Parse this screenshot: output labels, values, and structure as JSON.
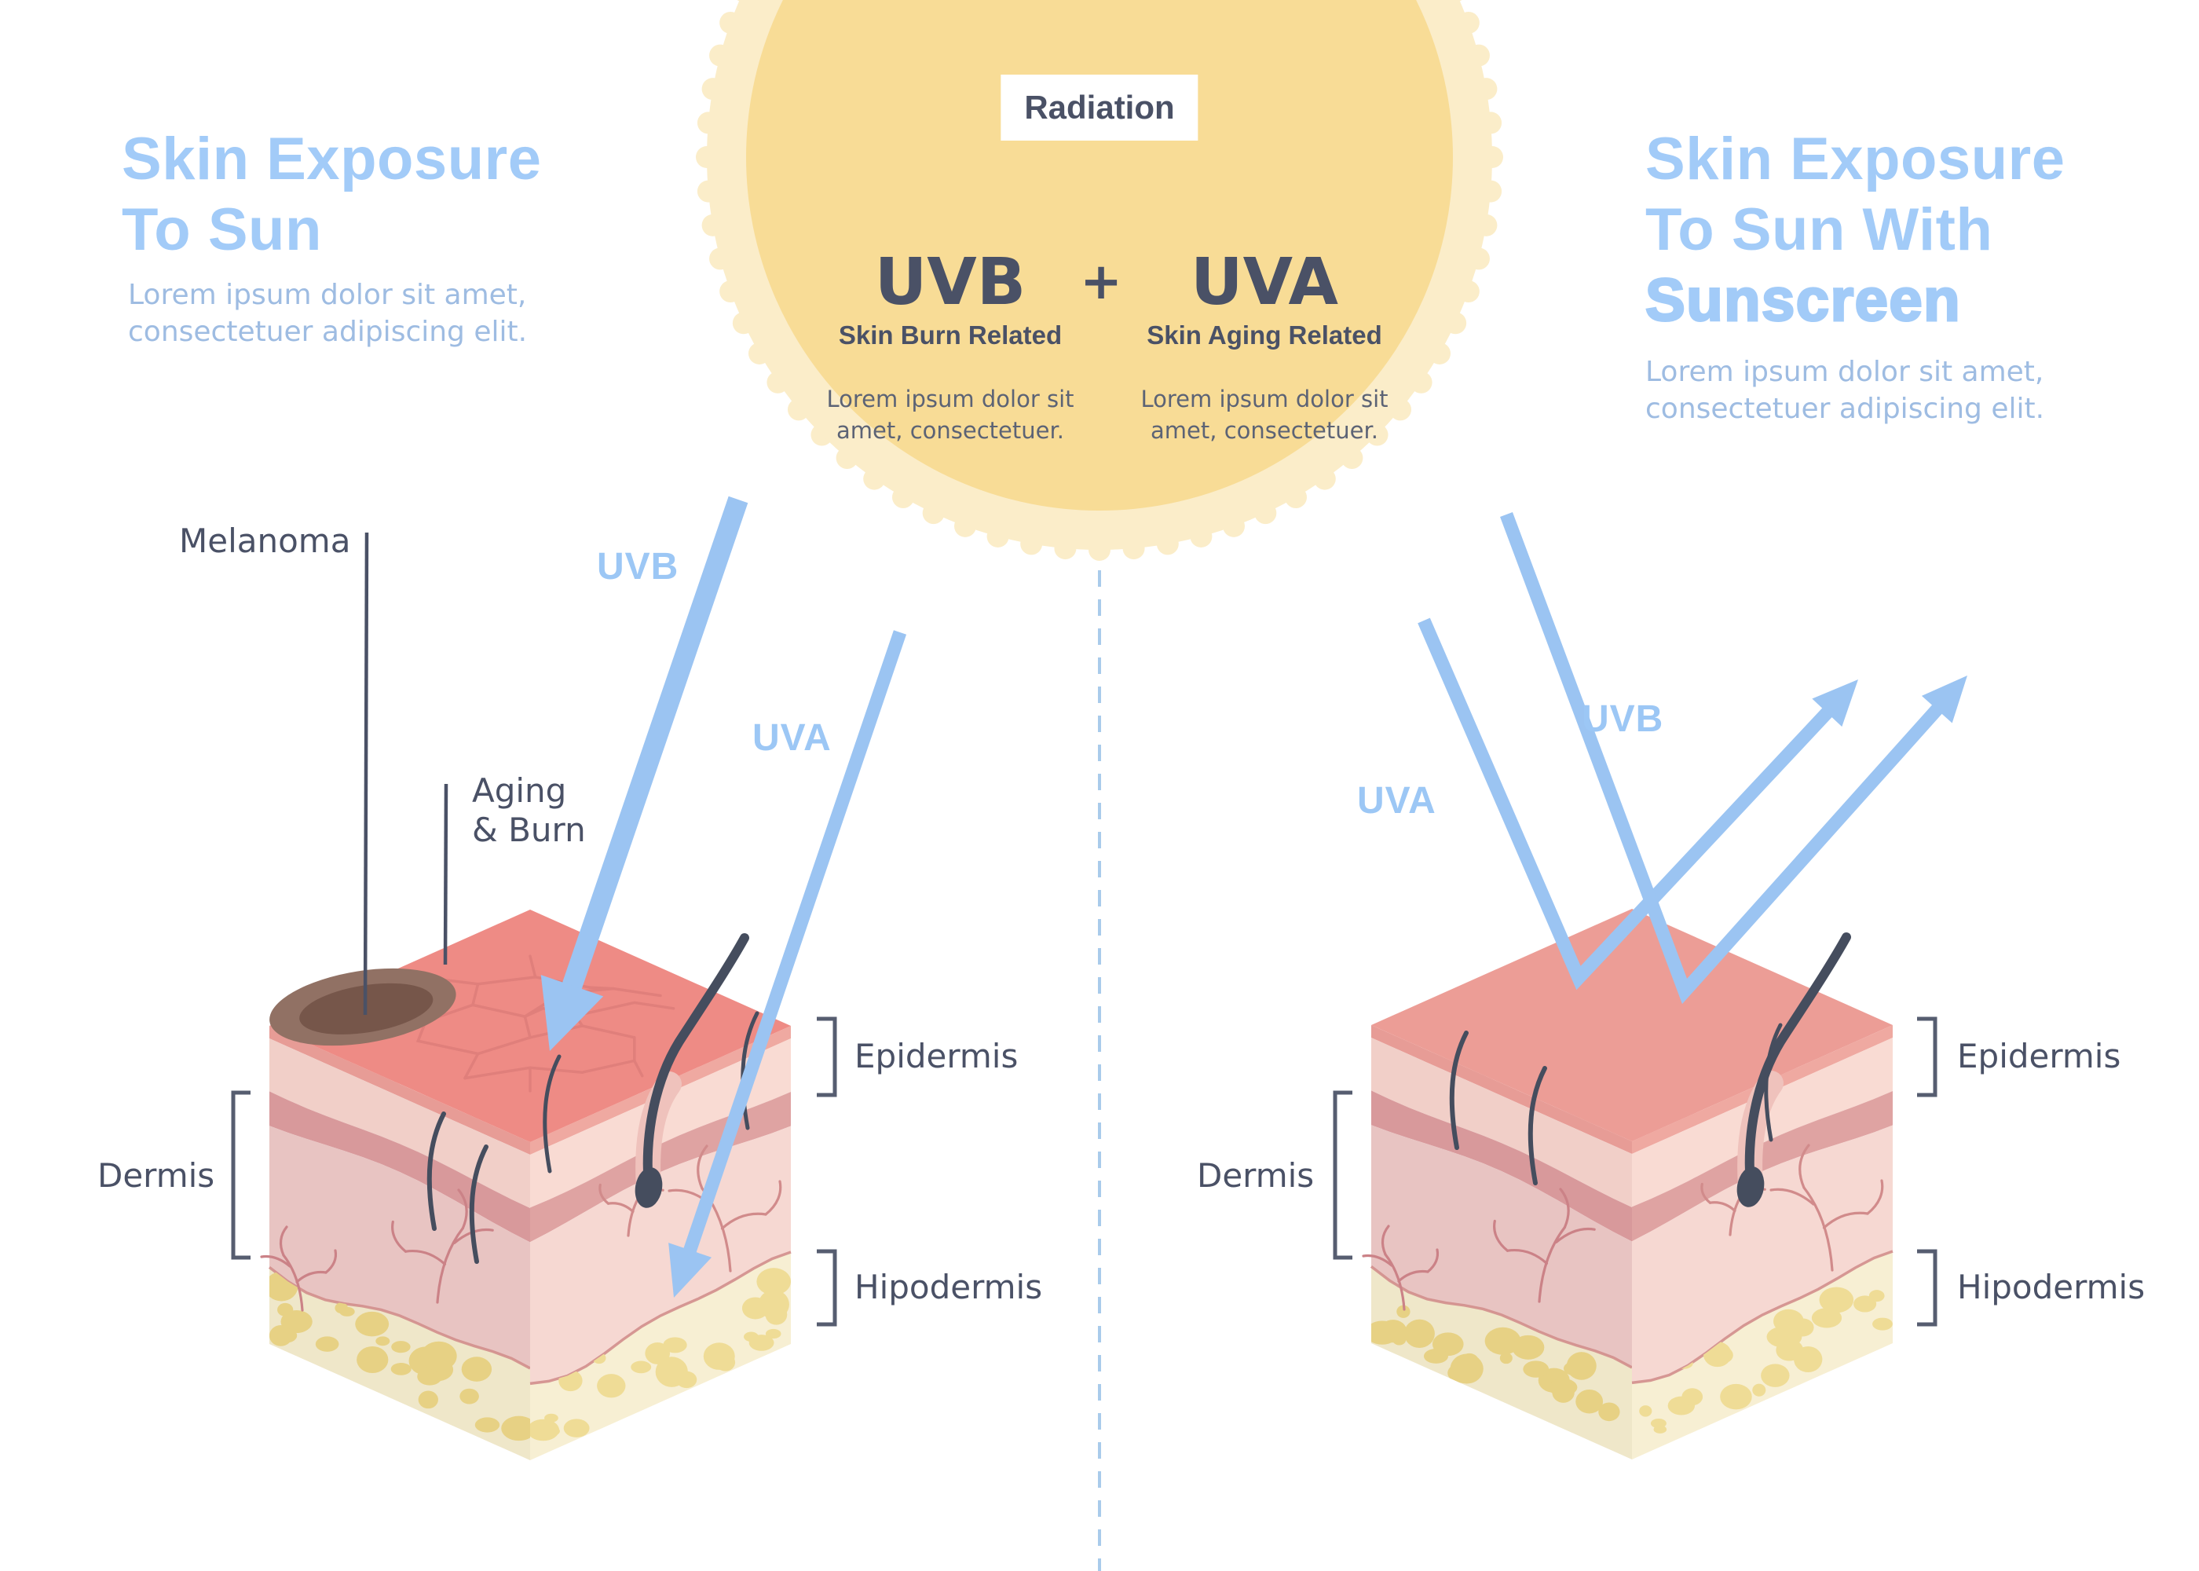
{
  "left_panel": {
    "title": [
      "Skin Exposure",
      "To Sun"
    ],
    "subtitle": [
      "Lorem ipsum dolor sit amet,",
      "consectetuer adipiscing elit."
    ]
  },
  "right_panel": {
    "title": [
      "Skin Exposure",
      "To Sun With"
    ],
    "title_bold": "Sunscreen",
    "subtitle": [
      "Lorem ipsum dolor sit amet,",
      "consectetuer adipiscing elit."
    ]
  },
  "sun": {
    "radiation_label": "Radiation",
    "plus": "+",
    "uvb": {
      "name": "UVB",
      "tag": "Skin Burn Related",
      "desc": [
        "Lorem ipsum dolor sit",
        "amet, consectetuer."
      ]
    },
    "uva": {
      "name": "UVA",
      "tag": "Skin Aging Related",
      "desc": [
        "Lorem ipsum dolor sit",
        "amet, consectetuer."
      ]
    }
  },
  "left_diagram": {
    "melanoma": "Melanoma",
    "aging": [
      "Aging",
      "& Burn"
    ],
    "uvb": "UVB",
    "uva": "UVA",
    "epidermis": "Epidermis",
    "dermis": "Dermis",
    "hipodermis": "Hipodermis"
  },
  "right_diagram": {
    "uva": "UVA",
    "uvb": "UVB",
    "epidermis": "Epidermis",
    "dermis": "Dermis",
    "hipodermis": "Hipodermis"
  },
  "colors": {
    "title_blue": "#A2CBF8",
    "subtitle_blue": "#9EBCE2",
    "slate": "#4A5166",
    "bracket": "#565D70",
    "ray_blue": "#9BC4F2",
    "ray_label_blue": "#9CC7F5",
    "sun_inner": "#F8DC96",
    "sun_outer": "#FBEDC9",
    "divider_blue": "#A9CBEB",
    "top_face_damaged": "#EE8B85",
    "top_face_healthy": "#EC9D96",
    "crack": "#DF7E7A",
    "epidermis_pale": "#F1CFC8",
    "rose_band": "#D8999B",
    "dermis_pink": "#E8C4C2",
    "hypodermis_cream": "#EFE7C9",
    "fat_blob": "#E7D184",
    "vessel": "#CB8287",
    "hair": "#454D5E",
    "follicle_sheath": "#EFC2BC",
    "melanoma_outer": "#917164",
    "melanoma_inner": "#76564A"
  }
}
